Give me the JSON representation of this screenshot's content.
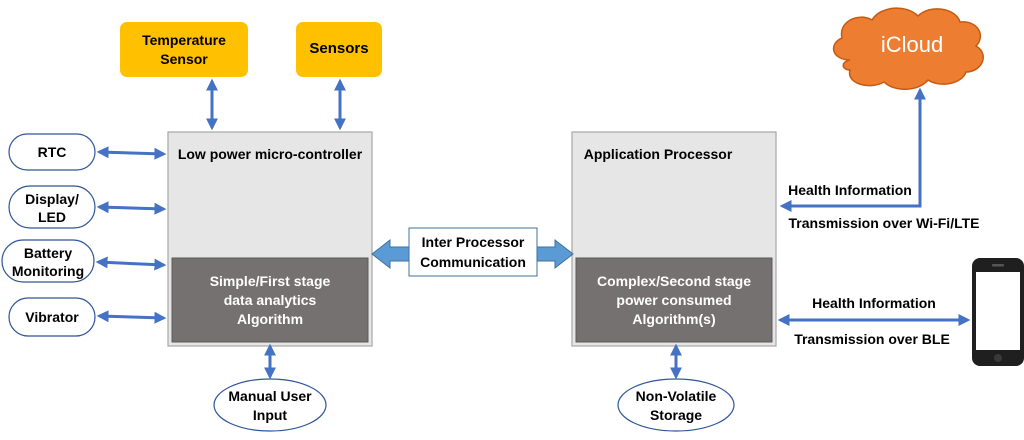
{
  "nodes": {
    "temperature_sensor": {
      "line1": "Temperature",
      "line2": "Sensor"
    },
    "sensors": {
      "label": "Sensors"
    },
    "icloud": {
      "label": "iCloud"
    },
    "rtc": {
      "label": "RTC"
    },
    "display_led": {
      "line1": "Display/",
      "line2": "LED"
    },
    "battery_monitoring": {
      "line1": "Battery",
      "line2": "Monitoring"
    },
    "vibrator": {
      "label": "Vibrator"
    },
    "microcontroller": {
      "title": "Low power micro-controller",
      "inner_line1": "Simple/First stage",
      "inner_line2": "data analytics",
      "inner_line3": "Algorithm"
    },
    "application_processor": {
      "title": "Application Processor",
      "inner_line1": "Complex/Second stage",
      "inner_line2": "power consumed",
      "inner_line3": "Algorithm(s)"
    },
    "inter_processor": {
      "line1": "Inter Processor",
      "line2": "Communication"
    },
    "manual_user_input": {
      "line1": "Manual User",
      "line2": "Input"
    },
    "non_volatile_storage": {
      "line1": "Non-Volatile",
      "line2": "Storage"
    }
  },
  "edges": {
    "wifi": {
      "line1": "Health Information",
      "line2": "Transmission over Wi-Fi/LTE"
    },
    "ble": {
      "line1": "Health Information",
      "line2": "Transmission over BLE"
    }
  },
  "colors": {
    "sensor_fill": "#ffc000",
    "cloud_fill": "#ed7d31",
    "arrow": "#4472c4",
    "processor_fill": "#e7e6e6",
    "algorithm_fill": "#767171",
    "oval_stroke": "#2f5597"
  }
}
